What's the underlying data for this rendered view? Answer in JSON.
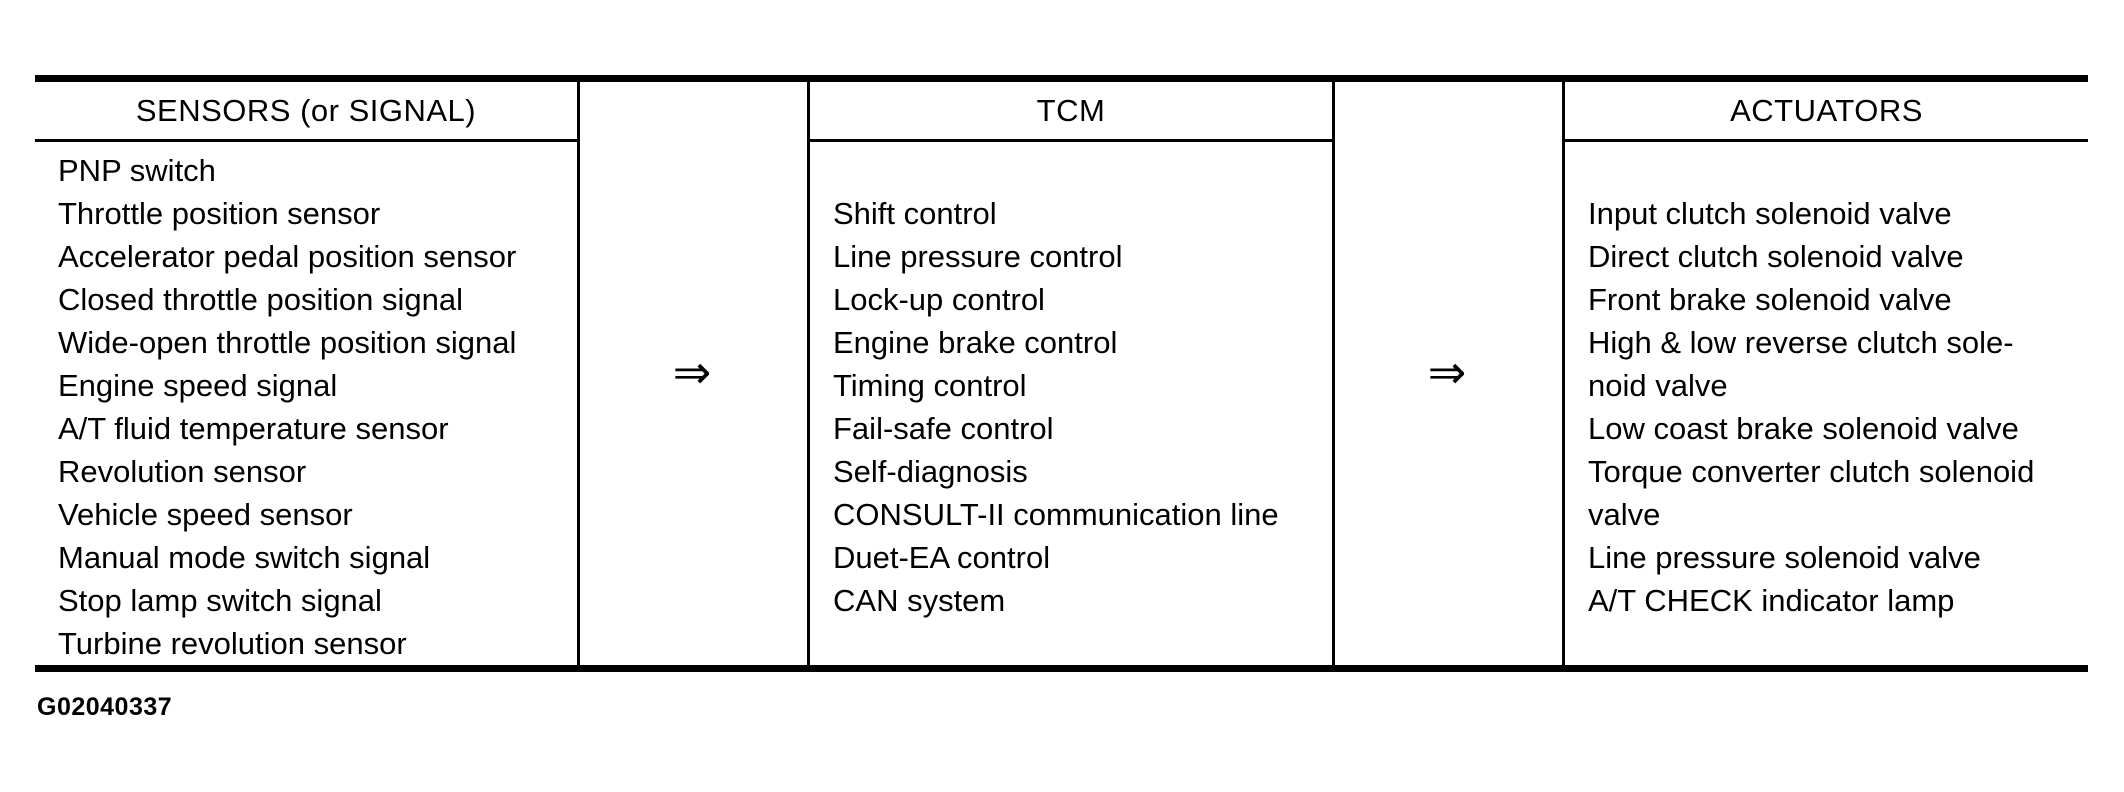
{
  "figure": {
    "id_label": "G02040337",
    "arrow_symbol": "⇒",
    "colors": {
      "ink": "#000000",
      "paper": "#ffffff"
    },
    "columns": [
      {
        "header": "SENSORS (or SIGNAL)",
        "lines": [
          "PNP switch",
          "Throttle position sensor",
          "Accelerator pedal position sensor",
          "Closed throttle position signal",
          "Wide-open throttle position signal",
          "Engine speed signal",
          "A/T fluid temperature sensor",
          "Revolution sensor",
          "Vehicle speed sensor",
          "Manual mode switch signal",
          "Stop lamp switch signal",
          "Turbine revolution sensor"
        ]
      },
      {
        "header": "TCM",
        "lines": [
          "Shift control",
          "Line pressure control",
          "Lock-up control",
          "Engine brake control",
          "Timing control",
          "Fail-safe control",
          "Self-diagnosis",
          "CONSULT-II communication line",
          "Duet-EA control",
          "CAN system"
        ]
      },
      {
        "header": "ACTUATORS",
        "lines": [
          "Input clutch solenoid valve",
          "Direct clutch solenoid valve",
          "Front brake solenoid valve",
          "High & low reverse clutch sole-",
          "noid valve",
          "Low coast brake solenoid valve",
          "Torque converter clutch solenoid",
          "valve",
          "Line pressure solenoid valve",
          "A/T CHECK indicator lamp"
        ]
      }
    ]
  }
}
